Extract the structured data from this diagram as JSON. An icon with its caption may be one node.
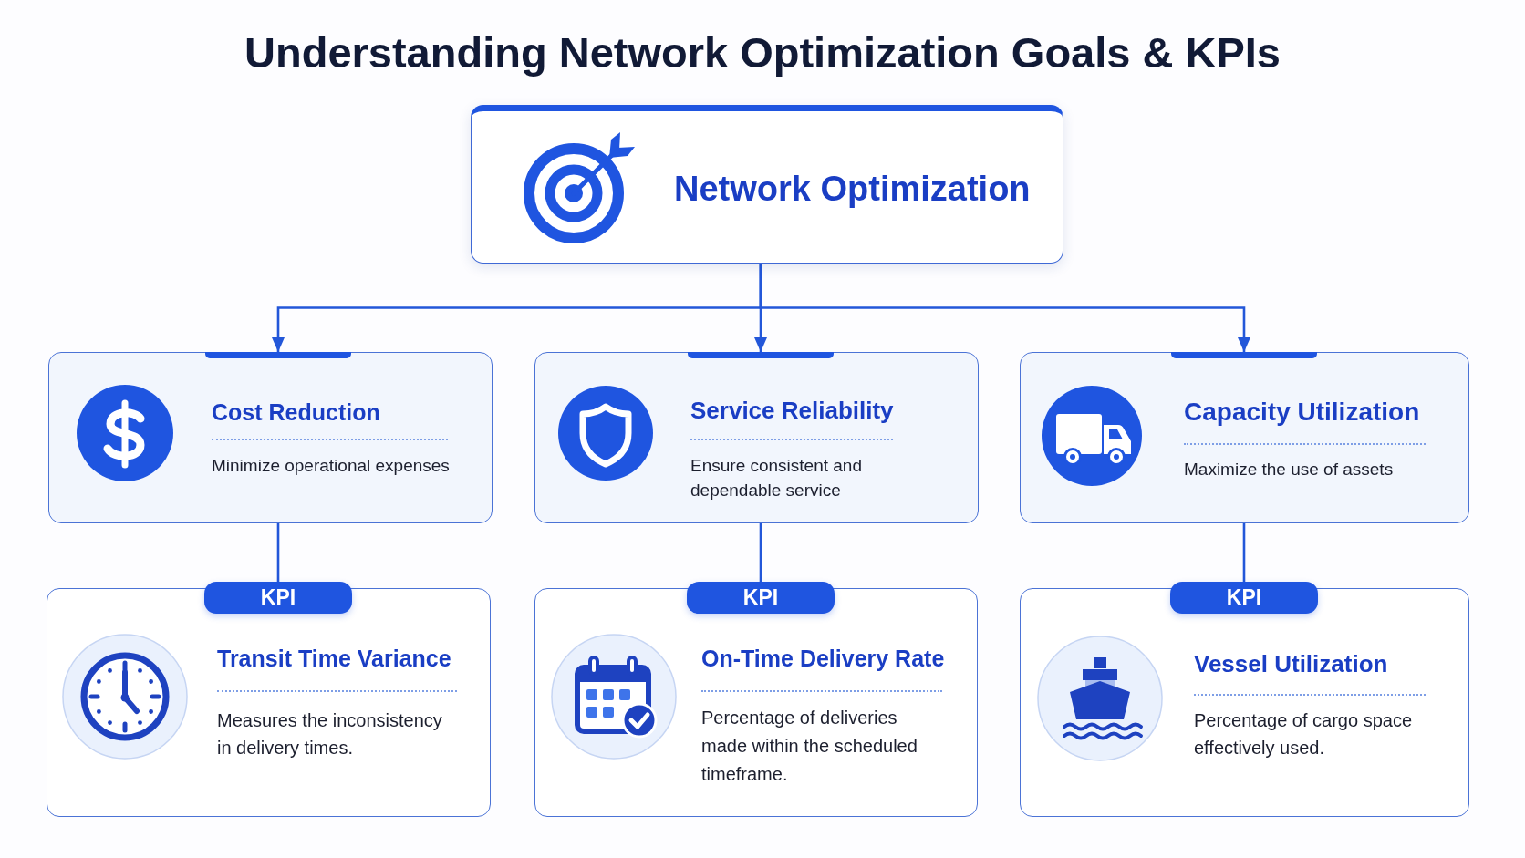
{
  "diagram": {
    "title": "Understanding Network Optimization Goals & KPIs",
    "nodes": [
      {
        "text": [
          "Network Optimization"
        ]
      },
      {
        "text": [
          "Cost Reduction",
          "Minimize operational expenses"
        ]
      },
      {
        "text": [
          "Service Reliability",
          "Ensure consistent and dependable service"
        ]
      },
      {
        "text": [
          "Capacity Utilization",
          "Maximize the use of assets"
        ]
      },
      {
        "text": [
          "KPI"
        ]
      },
      {
        "text": [
          "Transit Time Variance",
          "Measures the inconsistency in delivery times."
        ]
      },
      {
        "text": [
          "KPI"
        ]
      },
      {
        "text": [
          "On-Time Delivery Rate",
          "Percentage of deliveries made within the scheduled timeframe."
        ]
      },
      {
        "text": [
          "KPI"
        ]
      },
      {
        "text": [
          "Vessel Utilization",
          "Percentage of cargo space effectively used."
        ]
      }
    ],
    "edges": [
      {
        "from": 0,
        "to": 1,
        "arrow": "to"
      },
      {
        "from": 0,
        "to": 2,
        "arrow": "to"
      },
      {
        "from": 0,
        "to": 3,
        "arrow": "to"
      },
      {
        "from": 1,
        "to": 4,
        "arrow": "none"
      },
      {
        "from": 2,
        "to": 6,
        "arrow": "none"
      },
      {
        "from": 3,
        "to": 8,
        "arrow": "none"
      }
    ]
  }
}
